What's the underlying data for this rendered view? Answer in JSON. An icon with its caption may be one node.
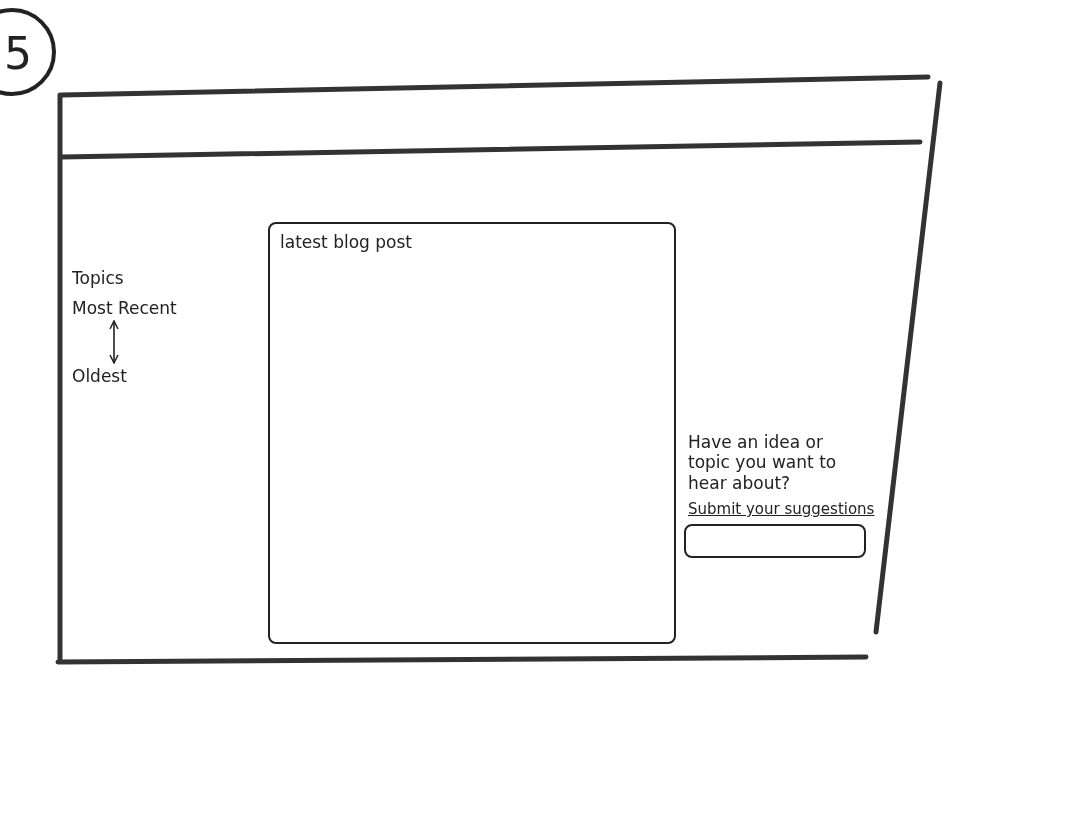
{
  "diagram": {
    "nodes": [
      {
        "text": [
          "Most Recent"
        ]
      },
      {
        "text": [
          "Oldest"
        ]
      },
      {
        "text": [
          "latest blog post"
        ]
      },
      {
        "text": [],
        "shape": "box"
      }
    ],
    "edges": [
      {
        "from": 0,
        "to": 1,
        "arrow": "both"
      }
    ],
    "labels": [
      "5",
      "Topics",
      "Have an idea or topic you want to hear about?",
      "Submit your suggestions"
    ]
  }
}
